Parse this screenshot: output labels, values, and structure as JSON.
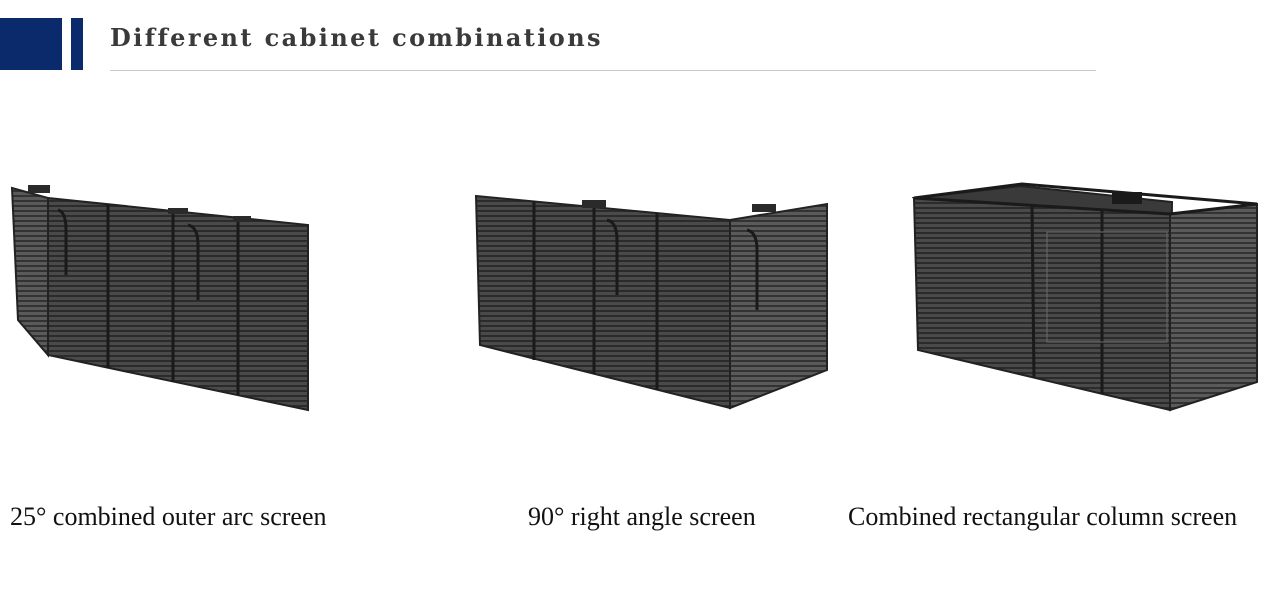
{
  "header": {
    "title": "Different cabinet combinations",
    "accent_color": "#0a2a6b"
  },
  "products": [
    {
      "caption": "25° combined outer arc screen",
      "image": "outer-arc-led-screen"
    },
    {
      "caption": "90° right angle screen",
      "image": "right-angle-led-screen"
    },
    {
      "caption": "Combined rectangular column screen",
      "image": "rectangular-column-led-screen"
    }
  ]
}
